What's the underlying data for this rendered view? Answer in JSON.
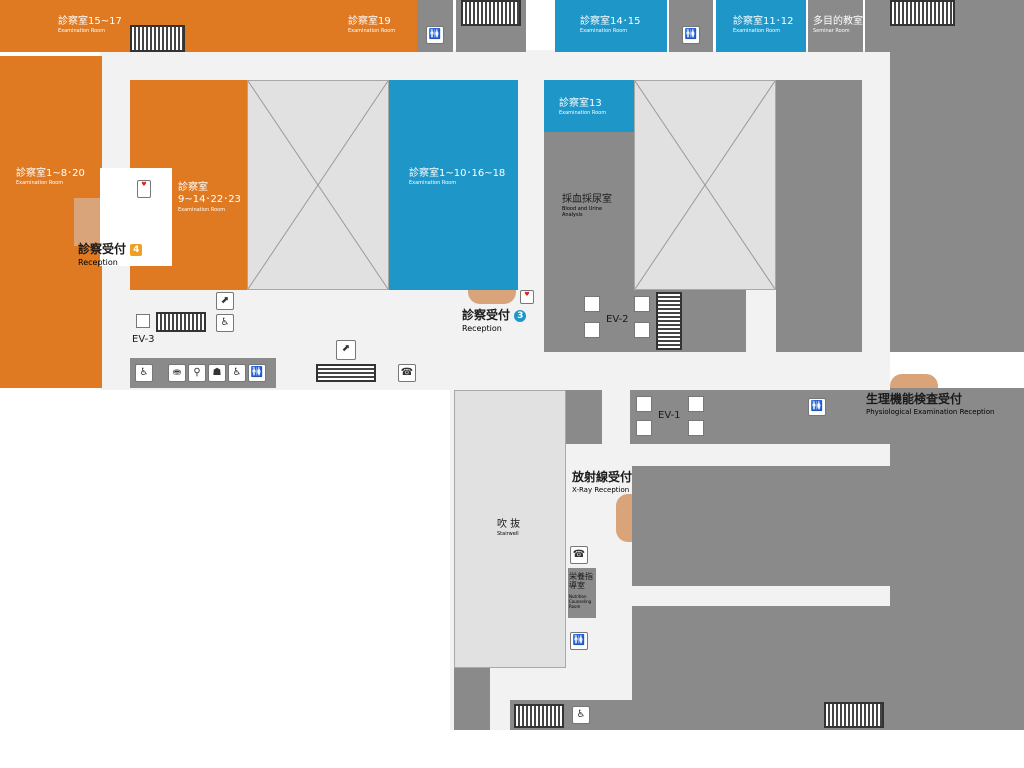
{
  "colors": {
    "examination": "#e07a22",
    "examination_blue": "#1e96c8",
    "service": "#8a8a8a",
    "corridor": "#f2f2f2",
    "stairwell": "#e1e1e1"
  },
  "rooms": {
    "exam_15_17": {
      "jp": "診察室15~17",
      "en": "Examination Room"
    },
    "exam_19": {
      "jp": "診察室19",
      "en": "Examination Room"
    },
    "exam_14_15": {
      "jp": "診察室14･15",
      "en": "Examination Room"
    },
    "exam_11_12": {
      "jp": "診察室11･12",
      "en": "Examination Room"
    },
    "seminar": {
      "jp": "多目的教室",
      "en": "Seminar Room"
    },
    "exam_1_8_20": {
      "jp": "診察室1~8･20",
      "en": "Examination Room"
    },
    "exam_9_23": {
      "jp1": "診察室",
      "jp2": "9~14･22･23",
      "en": "Examination Room"
    },
    "exam_1_18": {
      "jp": "診察室1~10･16~18",
      "en": "Examination Room"
    },
    "exam_13": {
      "jp": "診察室13",
      "en": "Examination Room"
    },
    "blood_lab": {
      "jp": "採血採尿室",
      "en": "Blood and Urine Analysis"
    },
    "stairwell": {
      "jp": "吹 抜",
      "en": "Stairwell"
    },
    "nutrition": {
      "jp": "栄養指導室",
      "en": "Nutrition Counseling Room"
    }
  },
  "receptions": {
    "r4": {
      "jp": "診察受付",
      "num": "4",
      "en": "Reception"
    },
    "r3": {
      "jp": "診察受付",
      "num": "3",
      "en": "Reception"
    },
    "physio": {
      "jp": "生理機能検査受付",
      "en": "Physiological Examination Reception"
    },
    "xray": {
      "jp": "放射線受付",
      "en": "X-Ray Reception"
    }
  },
  "elevators": {
    "ev1": "EV-1",
    "ev2": "EV-2",
    "ev3": "EV-3"
  },
  "icons": {
    "restroom": "🚻",
    "wheelchair": "♿",
    "aed": "AED",
    "elevator": "⇅",
    "phone": "☎",
    "escalator": "⬈"
  }
}
